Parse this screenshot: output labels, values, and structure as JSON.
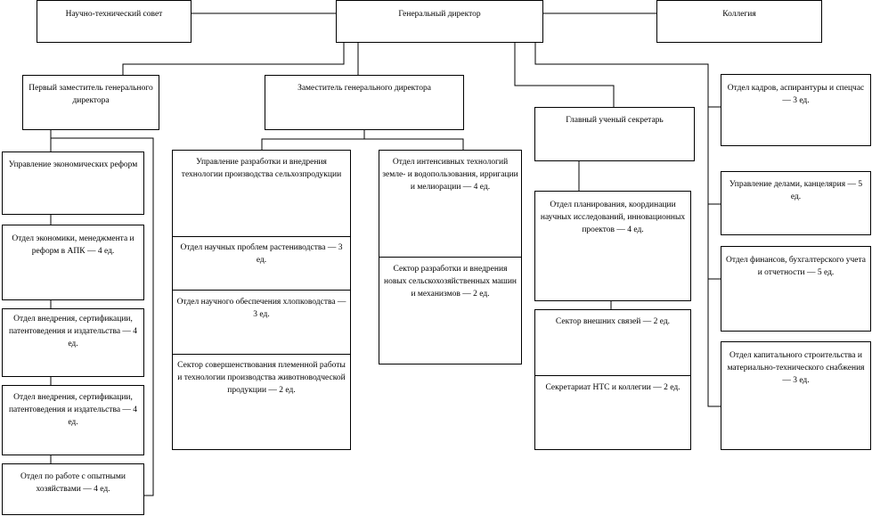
{
  "top": {
    "council": "Научно-технический совет",
    "director": "Генеральный директор",
    "board": "Коллегия"
  },
  "first_deputy": {
    "title": "Первый заместитель генерального директора",
    "units": [
      "Управление экономических реформ",
      "Отдел экономики, менеджмента и реформ в АПК — 4 ед.",
      "Отдел внедрения, сертификации, патентоведения и издательства —  4 ед.",
      "Отдел внедрения, сертификации, патентоведения и издательства — 4 ед.",
      "Отдел по работе с опытными хозяйствами — 4 ед."
    ]
  },
  "deputy": {
    "title": "Заместитель генерального директора",
    "left_units": [
      "Управление разработки и внедрения технологии производства сельхозпродукции",
      "Отдел научных проблем растениводства — 3 ед.",
      "Отдел научного обеспечения хлопководства — 3 ед.",
      "Сектор совершенствования племенной работы и технологии производства животноводческой продукции — 2 ед."
    ],
    "right_units": [
      "Отдел интенсивных технологий земле- и водопользования, ирригации и мелиорации — 4 ед.",
      "Сектор разработки и внедрения новых сельскохозяйственных машин и  механизмов — 2 ед."
    ]
  },
  "secretary": {
    "title": "Главный ученый секретарь",
    "units": [
      "Отдел планирования, координации научных исследований, инновационных проектов — 4 ед.",
      "Сектор внешних связей — 2 ед.",
      "Секретариат НТС и коллегии — 2 ед."
    ]
  },
  "direct_units": [
    "Отдел кадров, аспирантуры и спецчас — 3 ед.",
    "Управление делами, канцелярия — 5 ед.",
    "Отдел финансов, бухгалтерского учета и отчетности — 5 ед.",
    "Отдел капитального строительства и материально-технического снабжения — 3 ед."
  ]
}
